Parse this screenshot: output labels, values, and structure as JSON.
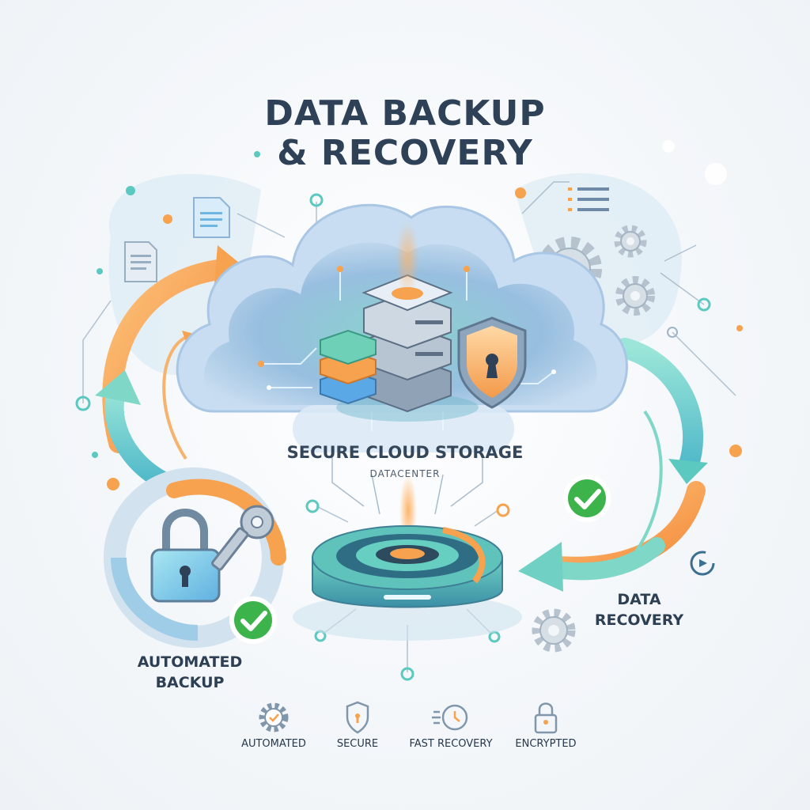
{
  "title": {
    "line1": "DATA BACKUP",
    "line2": "& RECOVERY"
  },
  "cloud": {
    "label": "SECURE CLOUD STORAGE",
    "sublabel": "DATACENTER"
  },
  "backup": {
    "label_line1": "AUTOMATED",
    "label_line2": "BACKUP"
  },
  "recovery": {
    "label_line1": "DATA",
    "label_line2": "RECOVERY"
  },
  "features": [
    {
      "label": "AUTOMATED",
      "icon": "gear-check-icon"
    },
    {
      "label": "SECURE",
      "icon": "shield-lock-icon"
    },
    {
      "label": "FAST RECOVERY",
      "icon": "clock-speed-icon"
    },
    {
      "label": "ENCRYPTED",
      "icon": "padlock-icon"
    }
  ],
  "colors": {
    "teal": "#5cc9c0",
    "orange": "#f6a24e",
    "navy": "#2e4156",
    "green": "#3cb44b",
    "blue": "#7db4e6"
  }
}
